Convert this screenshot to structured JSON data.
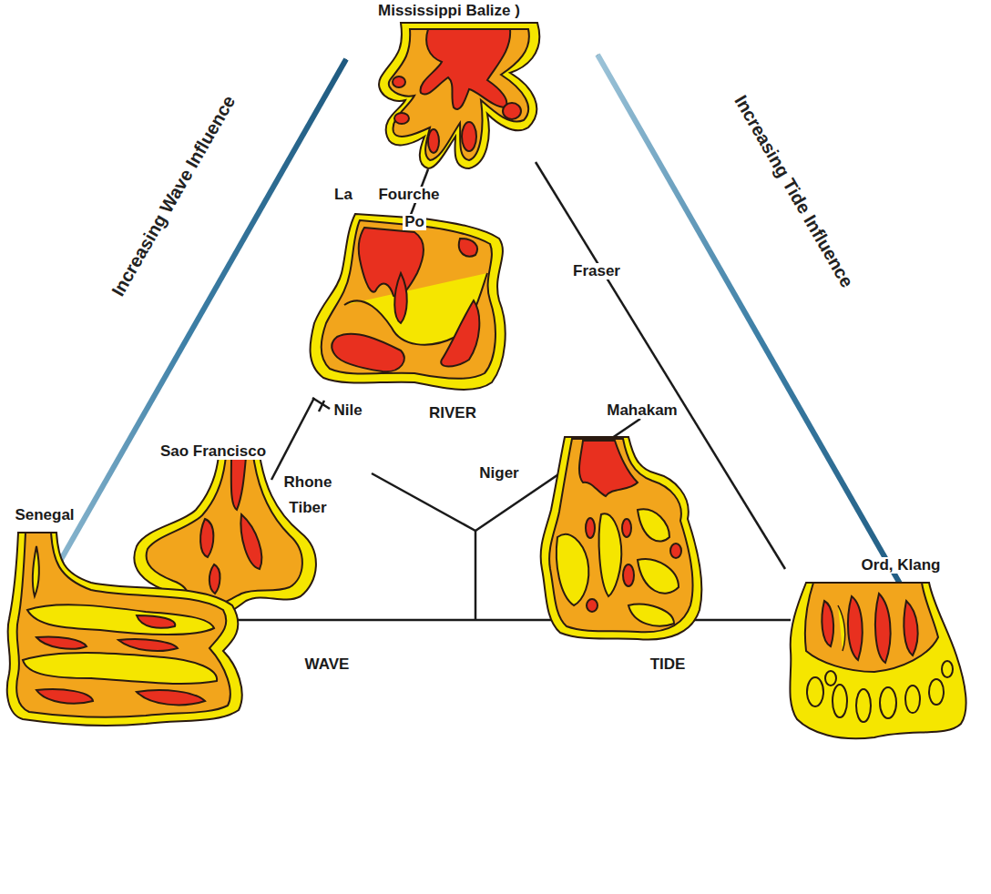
{
  "diagram": {
    "labels": [
      "Mississippi Balize )",
      "Increasing Wave Influence",
      "Increasing Tide Influence",
      "La",
      "Fourche",
      "Po",
      "Fraser",
      "Nile",
      "RIVER",
      "Mahakam",
      "Sao Francisco",
      "Rhone",
      "Tiber",
      "Niger",
      "Senegal",
      "WAVE",
      "TIDE",
      "Ord, Klang"
    ]
  }
}
